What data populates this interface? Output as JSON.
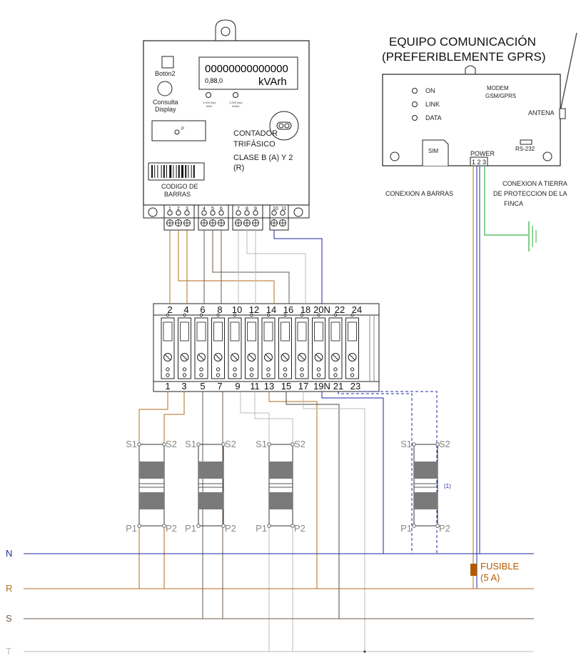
{
  "meter": {
    "display_digits": "00000000000000",
    "display_small": "0,88,0",
    "display_unit": "kVArh",
    "button_label": "Botón2",
    "consult_label_1": "Consulta",
    "consult_label_2": "Display",
    "led_caption_1a": "1.000 imp/",
    "led_caption_1b": "kWh",
    "led_caption_2a": "1.000 imp/",
    "led_caption_2b": "kVArh",
    "seal_mark": "P",
    "title_1": "CONTADOR",
    "title_2": "TRIFÁSICO",
    "class_1": "CLASE B (A) Y 2",
    "class_2": "(R)",
    "barcode_1": "CODIGO DE",
    "barcode_2": "BARRAS",
    "terminals": [
      "1",
      "2",
      "3",
      "4",
      "5",
      "6",
      "7",
      "8",
      "9",
      "10",
      "11"
    ]
  },
  "modem": {
    "title_1": "EQUIPO COMUNICACIÓN",
    "title_2": "(PREFERIBLEMENTE GPRS)",
    "led_on": "ON",
    "led_link": "LINK",
    "led_data": "DATA",
    "model_1": "MODEM",
    "model_2": "GSM/GPRS",
    "antenna": "ANTENA",
    "sim": "SIM",
    "power": "POWER",
    "power_pins": "1 2 3",
    "rs232": "RS-232"
  },
  "notes": {
    "bars_connection": "CONEXION A BARRAS",
    "ground_1": "CONEXION A TIERRA",
    "ground_2": "DE PROTECCION DE LA",
    "ground_3": "FINCA",
    "fuse_1": "FUSIBLE",
    "fuse_2": "(5 A)",
    "footnote": "(1)"
  },
  "terminal_block": {
    "top_numbers": [
      "2",
      "4",
      "6",
      "8",
      "10",
      "12",
      "14",
      "16",
      "18",
      "20N",
      "22",
      "24"
    ],
    "bottom_numbers": [
      "1",
      "3",
      "5",
      "7",
      "9",
      "11",
      "13",
      "15",
      "17",
      "19N",
      "21",
      "23"
    ]
  },
  "transformers": {
    "s1": "S1",
    "s2": "S2",
    "p1": "P1",
    "p2": "P2"
  },
  "lines": {
    "n": "N",
    "r": "R",
    "s": "S",
    "t": "T"
  },
  "colors": {
    "neutral": "#1e2aa0",
    "phase_r": "#b36b1e",
    "phase_s": "#6b5a4a",
    "phase_t": "#bbbbbb",
    "ground": "#39b54a",
    "fuse": "#b35a00",
    "gray_wire": "#555555",
    "core": "#7a7a7a"
  }
}
